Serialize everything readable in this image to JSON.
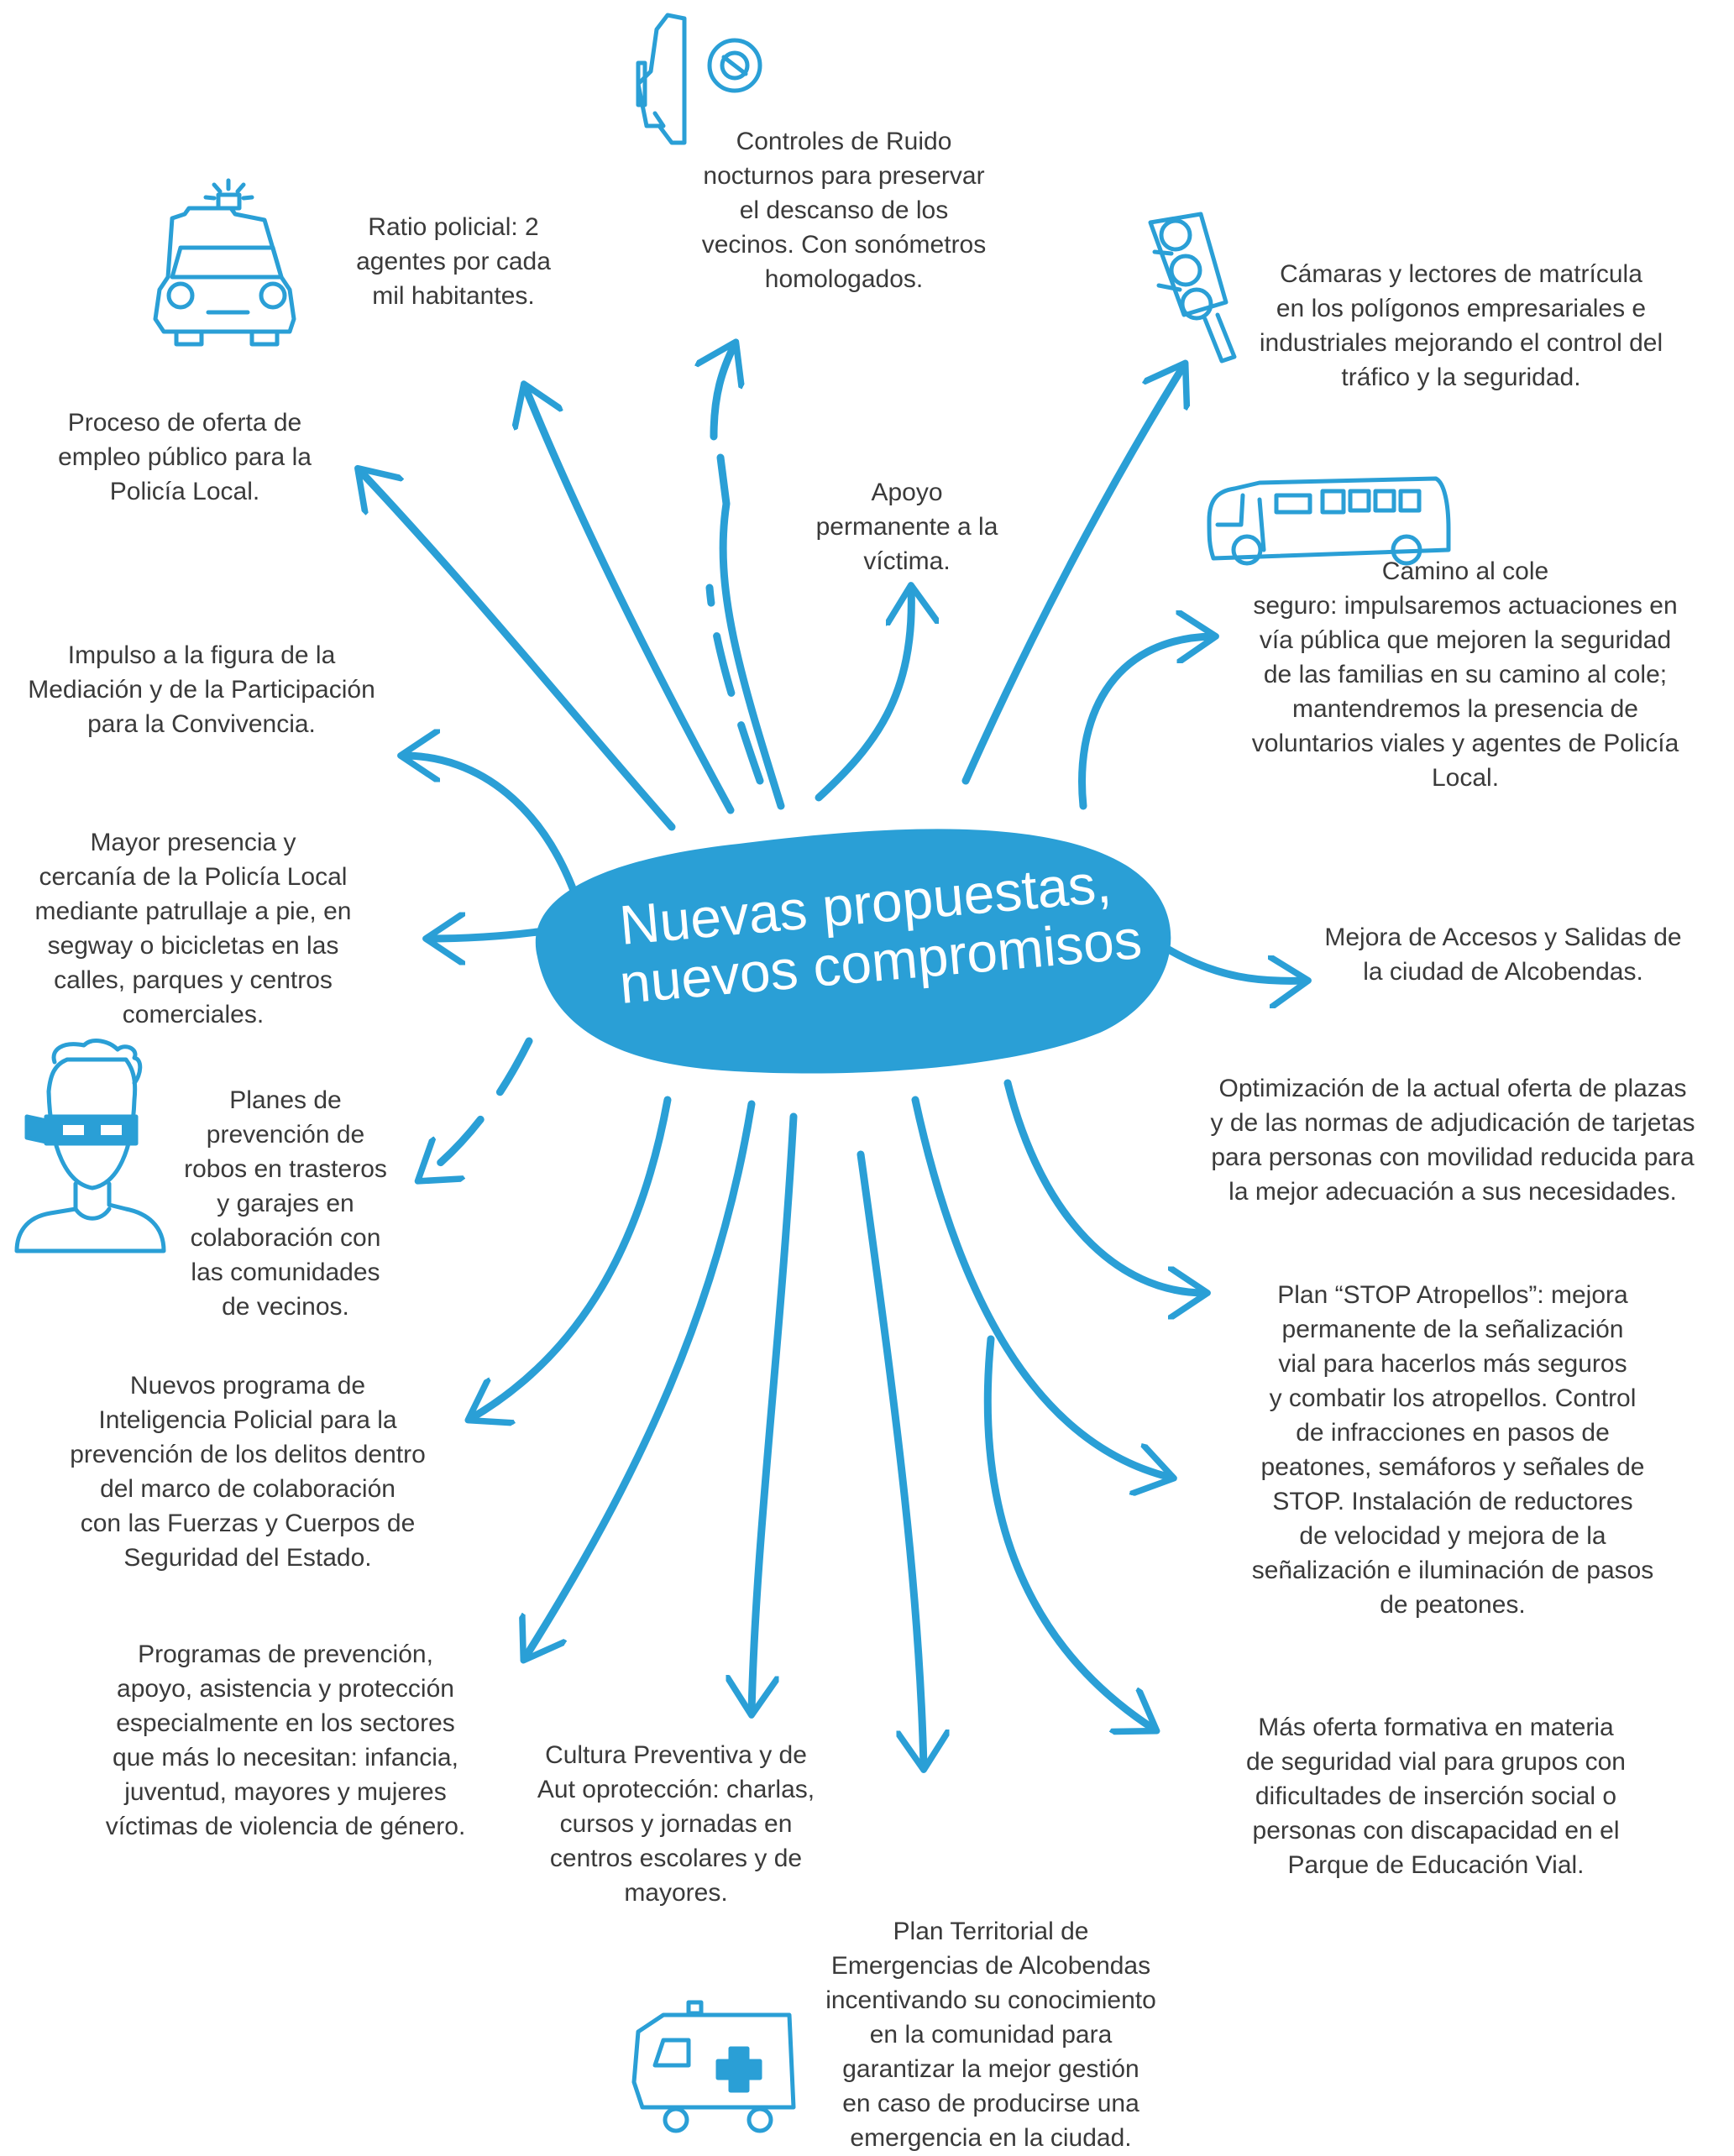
{
  "center": {
    "line1": "Nuevas propuestas,",
    "line2": "nuevos compromisos"
  },
  "colors": {
    "accent": "#2a9fd6",
    "text": "#3a3a3a",
    "background": "#ffffff"
  },
  "nodes": {
    "ruido": "Controles de Ruido\nnocturnos para preservar\nel descanso de los\nvecinos. Con sonómetros\nhomologados.",
    "ratio": "Ratio policial: 2\nagentes por cada\nmil habitantes.",
    "camaras": "Cámaras y lectores de matrícula\nen los polígonos empresariales e\nindustriales mejorando el control del\ntráfico y la seguridad.",
    "empleo": "Proceso de oferta de\nempleo público para la\nPolicía Local.",
    "apoyo": "Apoyo\npermanente a la\nvíctima.",
    "cole": "Camino al cole\nseguro: impulsaremos actuaciones en\nvía pública que mejoren la seguridad\nde las familias en su camino al cole;\nmantendremos la presencia de\nvoluntarios viales y agentes de Policía\nLocal.",
    "mediacion": "Impulso a la figura de la\nMediación y de la Participación\npara la Convivencia.",
    "presencia": "Mayor presencia y\ncercanía de la Policía Local\nmediante patrullaje a pie, en\nsegway o bicicletas en las\ncalles, parques y centros\ncomerciales.",
    "accesos": "Mejora de Accesos y Salidas de\nla ciudad de Alcobendas.",
    "robos": "Planes de\nprevención de\nrobos en trasteros\ny garajes en\ncolaboración con\nlas comunidades\nde vecinos.",
    "plazas": "Optimización de la actual oferta de plazas\ny de las normas de adjudicación de tarjetas\npara personas con movilidad reducida para\nla mejor adecuación a sus necesidades.",
    "inteligencia": "Nuevos programa de\nInteligencia Policial para la\nprevención de los delitos dentro\ndel marco de colaboración\ncon las Fuerzas y Cuerpos de\nSeguridad del Estado.",
    "stop": "Plan “STOP Atropellos”: mejora\npermanente de la señalización\nvial para hacerlos más seguros\ny combatir los atropellos. Control\nde infracciones en pasos de\npeatones, semáforos y señales de\nSTOP. Instalación de reductores\nde velocidad y mejora de la\nseñalización e iluminación de pasos\nde peatones.",
    "programas": "Programas de prevención,\napoyo, asistencia y protección\nespecialmente en los sectores\nque más lo necesitan: infancia,\njuventud, mayores y mujeres\nvíctimas de violencia de género.",
    "cultura": "Cultura Preventiva y de\nAut oprotección: charlas,\ncursos y jornadas en\ncentros escolares y de\nmayores.",
    "formativa": "Más oferta formativa en materia\nde seguridad vial para grupos con\ndificultades de inserción social o\npersonas con discapacidad en el\nParque de Educación Vial.",
    "emergencias": "Plan Territorial de\nEmergencias de Alcobendas\nincentivando su conocimiento\nen la comunidad para\ngarantizar la mejor gestión\nen caso de producirse una\nemergencia en la ciudad."
  },
  "icons": [
    "megaphone-icon",
    "no-noise-icon",
    "police-car-icon",
    "traffic-light-icon",
    "school-bus-icon",
    "thief-mask-icon",
    "ambulance-icon"
  ]
}
